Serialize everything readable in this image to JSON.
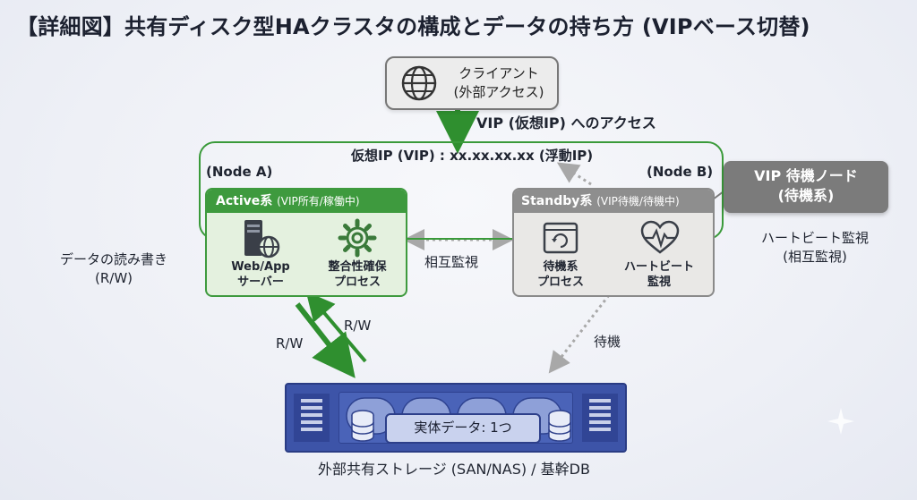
{
  "title": "【詳細図】共有ディスク型HAクラスタの構成とデータの持ち方 (VIPベース切替)",
  "client": {
    "line1": "クライアント",
    "line2": "(外部アクセス)"
  },
  "vip_access": "VIP (仮想IP) へのアクセス",
  "vip_line": "仮想IP (VIP) : xx.xx.xx.xx (浮動IP)",
  "node_a": {
    "name": "(Node A)",
    "header": "Active系",
    "header_sub": "(VIP所有/稼働中)",
    "item1": {
      "line1": "Web/App",
      "line2": "サーバー",
      "icon": "server-globe-icon"
    },
    "item2": {
      "line1": "整合性確保",
      "line2": "プロセス",
      "icon": "gear-icon"
    }
  },
  "node_b": {
    "name": "(Node B)",
    "header": "Standby系",
    "header_sub": "(VIP待機/待機中)",
    "item1": {
      "line1": "待機系",
      "line2": "プロセス",
      "icon": "window-refresh-icon"
    },
    "item2": {
      "line1": "ハートビート",
      "line2": "監視",
      "icon": "heart-pulse-icon"
    }
  },
  "vip_standby_node": {
    "line1": "VIP 待機ノード",
    "line2": "(待機系)"
  },
  "heartbeat": {
    "line1": "ハートビート監視",
    "line2": "(相互監視)"
  },
  "data_rw": {
    "line1": "データの読み書き",
    "line2": "(R/W)"
  },
  "mutual_monitor": "相互監視",
  "rw_left": "R/W",
  "rw_right": "R/W",
  "standby_label": "待機",
  "storage": {
    "chip": "実体データ: 1つ",
    "caption": "外部共有ストレージ (SAN/NAS) / 基幹DB"
  },
  "colors": {
    "active_green": "#3e9a3e",
    "storage_blue": "#3d54a8",
    "standby_gray": "#8e8e8e"
  }
}
